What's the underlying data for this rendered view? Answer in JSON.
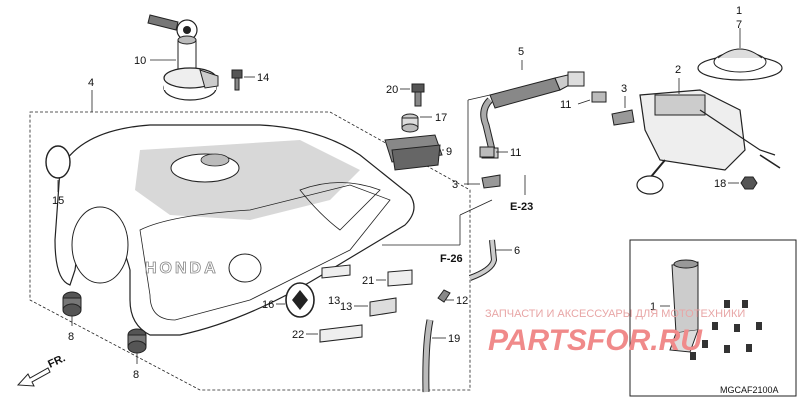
{
  "callouts": {
    "c1": "1",
    "c7": "7",
    "c2": "2",
    "c3a": "3",
    "c3b": "3",
    "c4": "4",
    "c5": "5",
    "c6": "6",
    "c8a": "8",
    "c8b": "8",
    "c9": "9",
    "c10": "10",
    "c11a": "11",
    "c11b": "11",
    "c12": "12",
    "c13a": "13",
    "c13b": "13",
    "c14": "14",
    "c15": "15",
    "c16": "16",
    "c17": "17",
    "c18": "18",
    "c19": "19",
    "c20": "20",
    "c21": "21",
    "c22": "22",
    "c1inset": "1"
  },
  "references": {
    "e23": "E-23",
    "f26": "F-26"
  },
  "front_label": "FR.",
  "watermark": {
    "line1": "ЗАПЧАСТИ И АКСЕССУАРЫ ДЛЯ МОТОТЕХНИКИ",
    "line2": "PARTSFOR.RU"
  },
  "diagram_code": "MGCAF2100A",
  "tank_badge_text": "HONDA"
}
